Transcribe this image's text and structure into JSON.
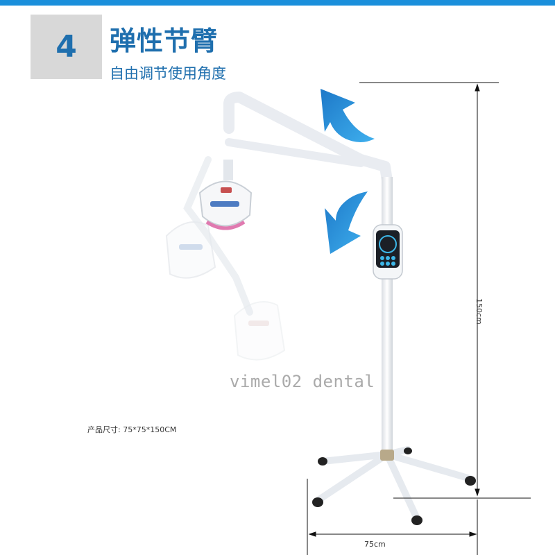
{
  "header": {
    "step_number": "4",
    "title": "弹性节臂",
    "subtitle": "自由调节使用角度"
  },
  "watermark": "vimel02 dental",
  "product_size": "产品尺寸: 75*75*150CM",
  "dimensions": {
    "width_label": "75cm",
    "height_label": "150cm"
  },
  "colors": {
    "accent": "#1a8fdb",
    "title": "#1f6fae",
    "badge_bg": "#d8d8d8"
  }
}
